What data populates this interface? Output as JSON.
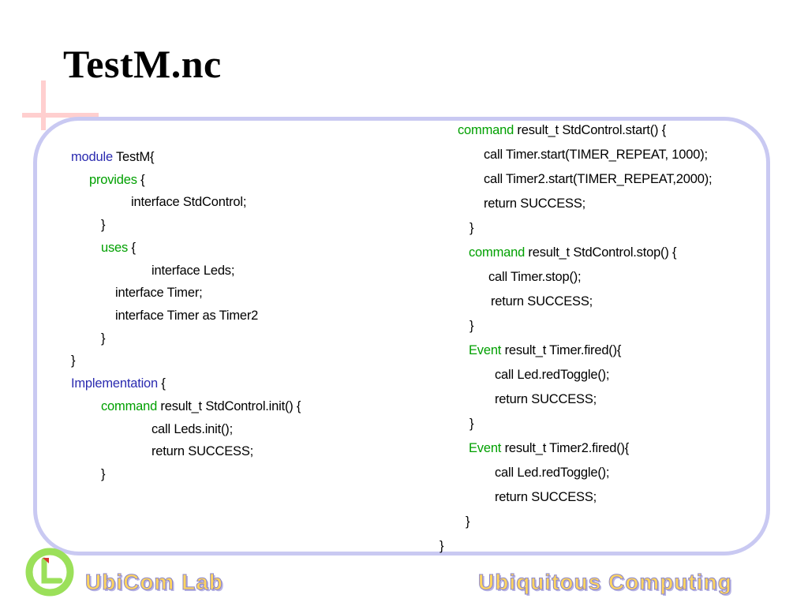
{
  "slide": {
    "title": "TestM.nc",
    "footer_left": "UbiCom Lab",
    "footer_right": "Ubiquitous Computing"
  },
  "colors": {
    "keyword_blue": "#2b2bb0",
    "keyword_green": "#00a000",
    "frame": "#c9c9f2",
    "cross": "#ffcfcf",
    "footer_text": "#ffd560"
  },
  "left_code": [
    {
      "kw": "module",
      "kwcolor": "blue",
      "text": " TestM{"
    },
    {
      "kw": "provides",
      "kwcolor": "green",
      "text": " {"
    },
    {
      "kw": "",
      "kwcolor": "",
      "text": "interface StdControl;"
    },
    {
      "kw": "",
      "kwcolor": "",
      "text": "}"
    },
    {
      "kw": "uses",
      "kwcolor": "green",
      "text": " {"
    },
    {
      "kw": "",
      "kwcolor": "",
      "text": "interface Leds;"
    },
    {
      "kw": "",
      "kwcolor": "",
      "text": "interface Timer;"
    },
    {
      "kw": "",
      "kwcolor": "",
      "text": "interface Timer as Timer2"
    },
    {
      "kw": "",
      "kwcolor": "",
      "text": "}"
    },
    {
      "kw": "",
      "kwcolor": "",
      "text": "}"
    },
    {
      "kw": "Implementation",
      "kwcolor": "blue",
      "text": " {"
    },
    {
      "kw": "command",
      "kwcolor": "green",
      "text": " result_t StdControl.init() {"
    },
    {
      "kw": "",
      "kwcolor": "",
      "text": "call Leds.init();"
    },
    {
      "kw": "",
      "kwcolor": "",
      "text": "return SUCCESS;"
    },
    {
      "kw": "",
      "kwcolor": "",
      "text": "}"
    }
  ],
  "right_code": [
    {
      "kw": "command",
      "kwcolor": "green",
      "text": " result_t StdControl.start() {"
    },
    {
      "kw": "",
      "kwcolor": "",
      "text": "call Timer.start(TIMER_REPEAT, 1000);"
    },
    {
      "kw": "",
      "kwcolor": "",
      "text": "call Timer2.start(TIMER_REPEAT,2000);"
    },
    {
      "kw": "",
      "kwcolor": "",
      "text": "return SUCCESS;"
    },
    {
      "kw": "",
      "kwcolor": "",
      "text": "}"
    },
    {
      "kw": "command",
      "kwcolor": "green",
      "text": " result_t StdControl.stop() {"
    },
    {
      "kw": "",
      "kwcolor": "",
      "text": "call Timer.stop();"
    },
    {
      "kw": "",
      "kwcolor": "",
      "text": "return SUCCESS;"
    },
    {
      "kw": "",
      "kwcolor": "",
      "text": "}"
    },
    {
      "kw": "Event",
      "kwcolor": "green",
      "text": " result_t Timer.fired(){"
    },
    {
      "kw": "",
      "kwcolor": "",
      "text": "call Led.redToggle();"
    },
    {
      "kw": "",
      "kwcolor": "",
      "text": "return SUCCESS;"
    },
    {
      "kw": "",
      "kwcolor": "",
      "text": "}"
    },
    {
      "kw": "Event",
      "kwcolor": "green",
      "text": " result_t Timer2.fired(){"
    },
    {
      "kw": "",
      "kwcolor": "",
      "text": "call Led.redToggle();"
    },
    {
      "kw": "",
      "kwcolor": "",
      "text": "return SUCCESS;"
    },
    {
      "kw": "",
      "kwcolor": "",
      "text": "}"
    },
    {
      "kw": "",
      "kwcolor": "",
      "text": "}"
    }
  ]
}
